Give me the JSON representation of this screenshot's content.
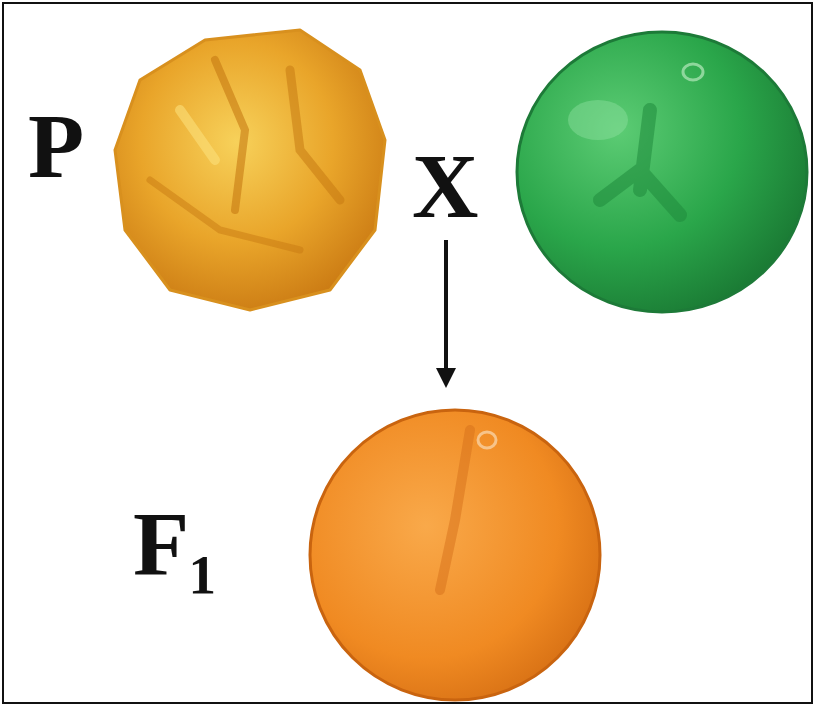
{
  "diagram": {
    "labels": [
      "P",
      "X",
      "F₁"
    ]
  }
}
